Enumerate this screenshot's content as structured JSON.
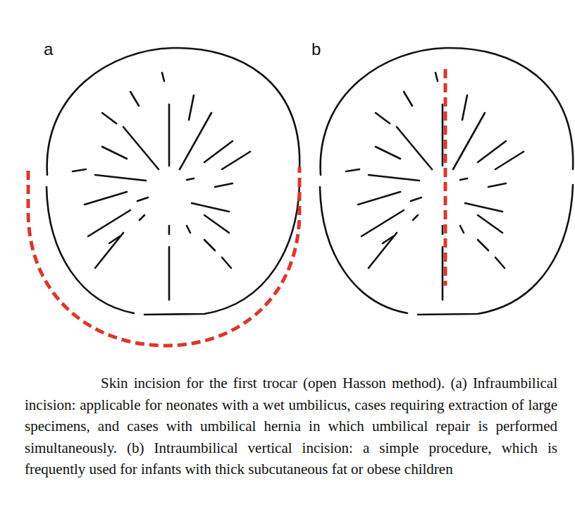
{
  "diagram": {
    "caption": "Skin incision for the first trocar (open Hasson method). (a) Infraumbilical incision: applicable for neonates with a wet umbilicus, cases requiring extraction of large specimens, and cases with umbilical hernia in which umbilical repair is performed simultaneously. (b) Intraumbilical vertical incision: a simple procedure, which is frequently used for infants with thick subcutaneous fat or obese children",
    "labels": [
      "a",
      "b"
    ]
  }
}
